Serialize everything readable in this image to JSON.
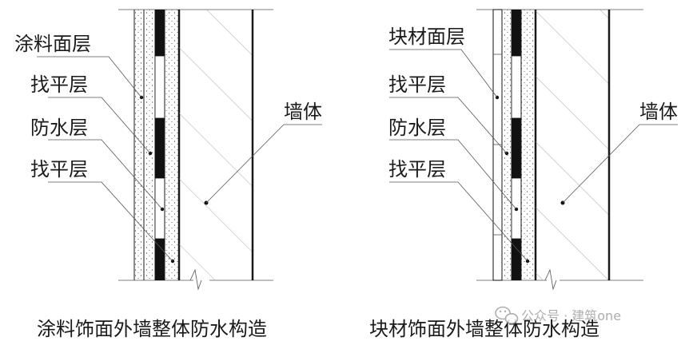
{
  "left_diagram": {
    "labels": [
      "涂料面层",
      "找平层",
      "防水层",
      "找平层"
    ],
    "wall_label": "墙体",
    "caption": "涂料饰面外墙整体防水构造"
  },
  "right_diagram": {
    "labels": [
      "块材面层",
      "找平层",
      "防水层",
      "找平层"
    ],
    "wall_label": "墙体",
    "caption": "块材饰面外墙整体防水构造"
  },
  "watermark": {
    "icon": "wechat-icon",
    "text": "公众号 · 建筑one"
  }
}
